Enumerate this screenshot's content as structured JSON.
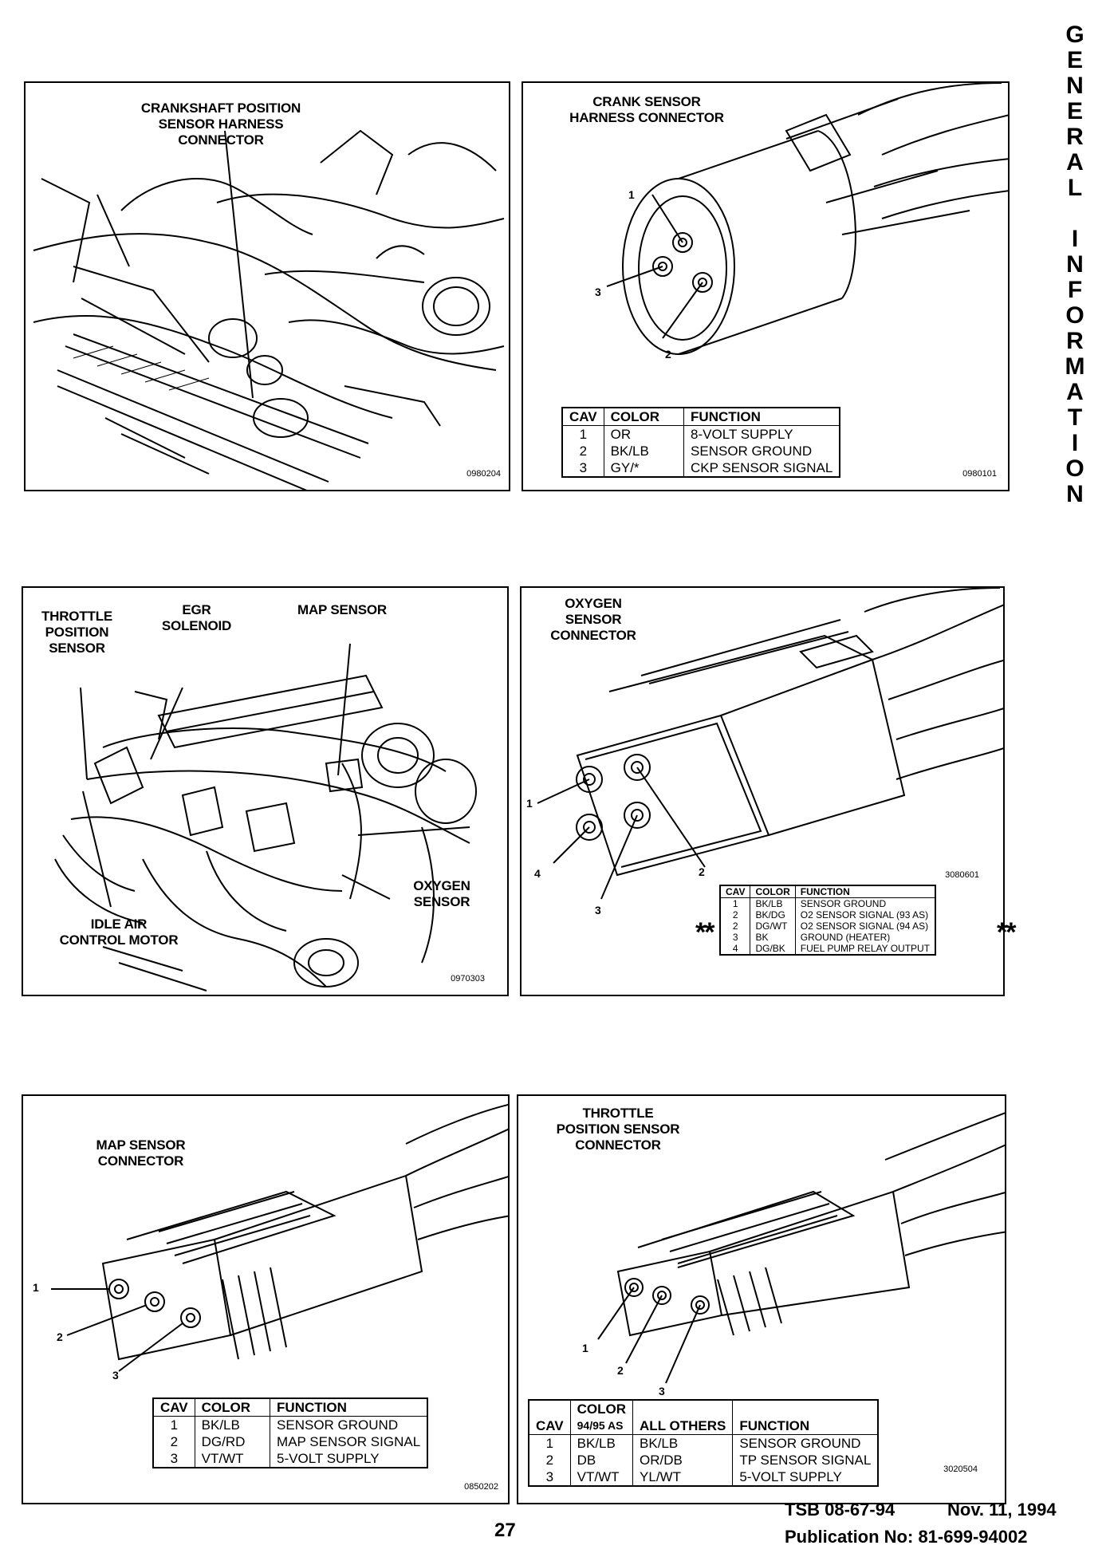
{
  "side_title": [
    "G",
    "E",
    "N",
    "E",
    "R",
    "A",
    "L",
    "",
    "I",
    "N",
    "F",
    "O",
    "R",
    "M",
    "A",
    "T",
    "I",
    "O",
    "N"
  ],
  "panel1": {
    "label": "CRANKSHAFT POSITION\nSENSOR HARNESS\nCONNECTOR",
    "code": "0980204"
  },
  "panel2": {
    "label": "CRANK SENSOR\nHARNESS CONNECTOR",
    "code": "0980101",
    "pins": [
      "1",
      "2",
      "3"
    ],
    "table": {
      "headers": [
        "CAV",
        "COLOR",
        "FUNCTION"
      ],
      "rows": [
        [
          "1",
          "OR",
          "8-VOLT SUPPLY"
        ],
        [
          "2",
          "BK/LB",
          "SENSOR GROUND"
        ],
        [
          "3",
          "GY/*",
          "CKP SENSOR SIGNAL"
        ]
      ]
    }
  },
  "panel3": {
    "labels": {
      "tps": "THROTTLE\nPOSITION\nSENSOR",
      "egr": "EGR\nSOLENOID",
      "map": "MAP SENSOR",
      "oxy": "OXYGEN\nSENSOR",
      "iac": "IDLE AIR\nCONTROL MOTOR"
    },
    "code": "0970303"
  },
  "panel4": {
    "label": "OXYGEN\nSENSOR\nCONNECTOR",
    "code": "3080601",
    "pins": [
      "1",
      "2",
      "3",
      "4"
    ],
    "stars": "**",
    "table": {
      "headers": [
        "CAV",
        "COLOR",
        "FUNCTION"
      ],
      "rows": [
        [
          "1",
          "BK/LB",
          "SENSOR GROUND"
        ],
        [
          "2",
          "BK/DG",
          "O2 SENSOR SIGNAL (93 AS)"
        ],
        [
          "2",
          "DG/WT",
          "O2 SENSOR SIGNAL (94 AS)"
        ],
        [
          "3",
          "BK",
          "GROUND (HEATER)"
        ],
        [
          "4",
          "DG/BK",
          "FUEL PUMP RELAY OUTPUT"
        ]
      ]
    }
  },
  "panel5": {
    "label": "MAP SENSOR\nCONNECTOR",
    "code": "0850202",
    "pins": [
      "1",
      "2",
      "3"
    ],
    "table": {
      "headers": [
        "CAV",
        "COLOR",
        "FUNCTION"
      ],
      "rows": [
        [
          "1",
          "BK/LB",
          "SENSOR GROUND"
        ],
        [
          "2",
          "DG/RD",
          "MAP SENSOR SIGNAL"
        ],
        [
          "3",
          "VT/WT",
          "5-VOLT SUPPLY"
        ]
      ]
    }
  },
  "panel6": {
    "label": "THROTTLE\nPOSITION SENSOR\nCONNECTOR",
    "code": "3020504",
    "pins": [
      "1",
      "2",
      "3"
    ],
    "table": {
      "color_header": "COLOR",
      "headers": [
        "CAV",
        "94/95 AS",
        "ALL OTHERS",
        "FUNCTION"
      ],
      "rows": [
        [
          "1",
          "BK/LB",
          "BK/LB",
          "SENSOR GROUND"
        ],
        [
          "2",
          "DB",
          "OR/DB",
          "TP SENSOR SIGNAL"
        ],
        [
          "3",
          "VT/WT",
          "YL/WT",
          "5-VOLT SUPPLY"
        ]
      ]
    }
  },
  "footer": {
    "page": "27",
    "tsb": "TSB 08-67-94",
    "date": "Nov. 11, 1994",
    "publication": "Publication No:  81-699-94002"
  }
}
